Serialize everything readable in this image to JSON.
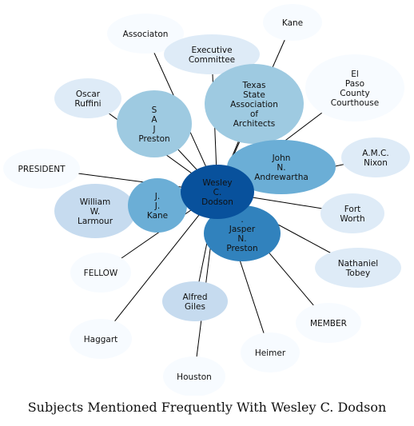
{
  "caption": "Subjects Mentioned Frequently With Wesley C. Dodson",
  "colors": {
    "center": "#08519c",
    "dark": "#3182bd",
    "mid": "#6baed6",
    "light": "#9ecae1",
    "pale": "#c6dbef",
    "faint": "#deebf7",
    "faintest": "#f7fbff",
    "edge": "#000000"
  },
  "center": {
    "id": "dodson",
    "lines": [
      "Wesley",
      "C.",
      "Dodson"
    ],
    "tone": "center"
  },
  "nodes": [
    {
      "id": "associaton",
      "lines": [
        "Associaton"
      ],
      "tone": "faintest"
    },
    {
      "id": "kane-top",
      "lines": [
        "Kane"
      ],
      "tone": "faintest"
    },
    {
      "id": "executive-committee",
      "lines": [
        "Executive",
        "Committee"
      ],
      "tone": "faint"
    },
    {
      "id": "el-paso",
      "lines": [
        "El",
        "Paso",
        "County",
        "Courthouse"
      ],
      "tone": "faintest"
    },
    {
      "id": "oscar-ruffini",
      "lines": [
        "Oscar",
        "Ruffini"
      ],
      "tone": "faint"
    },
    {
      "id": "texas-state",
      "lines": [
        "Texas",
        "State",
        "Association",
        "of",
        "Architects"
      ],
      "tone": "light"
    },
    {
      "id": "saj-preston",
      "lines": [
        "S",
        "A",
        "J",
        "Preston"
      ],
      "tone": "light"
    },
    {
      "id": "amc-nixon",
      "lines": [
        "A.M.C.",
        "Nixon"
      ],
      "tone": "faint"
    },
    {
      "id": "president",
      "lines": [
        "PRESIDENT"
      ],
      "tone": "faintest"
    },
    {
      "id": "john-andrewartha",
      "lines": [
        "John",
        "N.",
        "Andrewartha"
      ],
      "tone": "mid"
    },
    {
      "id": "william-larmour",
      "lines": [
        "William",
        "W.",
        "Larmour"
      ],
      "tone": "pale"
    },
    {
      "id": "jj-kane",
      "lines": [
        "J.",
        "J.",
        "Kane"
      ],
      "tone": "mid"
    },
    {
      "id": "fort-worth",
      "lines": [
        "Fort",
        "Worth"
      ],
      "tone": "faint"
    },
    {
      "id": "jasper-preston",
      "lines": [
        ".",
        "Jasper",
        "N.",
        "Preston"
      ],
      "tone": "dark"
    },
    {
      "id": "nathaniel-tobey",
      "lines": [
        "Nathaniel",
        "Tobey"
      ],
      "tone": "faint"
    },
    {
      "id": "fellow",
      "lines": [
        "FELLOW"
      ],
      "tone": "faintest"
    },
    {
      "id": "alfred-giles",
      "lines": [
        "Alfred",
        "Giles"
      ],
      "tone": "pale"
    },
    {
      "id": "member",
      "lines": [
        "MEMBER"
      ],
      "tone": "faintest"
    },
    {
      "id": "haggart",
      "lines": [
        "Haggart"
      ],
      "tone": "faintest"
    },
    {
      "id": "heimer",
      "lines": [
        "Heimer"
      ],
      "tone": "faintest"
    },
    {
      "id": "houston",
      "lines": [
        "Houston"
      ],
      "tone": "faintest"
    }
  ],
  "edges": [
    [
      "dodson",
      "associaton"
    ],
    [
      "dodson",
      "kane-top"
    ],
    [
      "dodson",
      "executive-committee"
    ],
    [
      "dodson",
      "el-paso"
    ],
    [
      "dodson",
      "oscar-ruffini"
    ],
    [
      "dodson",
      "texas-state"
    ],
    [
      "dodson",
      "saj-preston"
    ],
    [
      "dodson",
      "amc-nixon"
    ],
    [
      "dodson",
      "president"
    ],
    [
      "dodson",
      "john-andrewartha"
    ],
    [
      "dodson",
      "william-larmour"
    ],
    [
      "dodson",
      "jj-kane"
    ],
    [
      "dodson",
      "fort-worth"
    ],
    [
      "dodson",
      "jasper-preston"
    ],
    [
      "dodson",
      "nathaniel-tobey"
    ],
    [
      "dodson",
      "fellow"
    ],
    [
      "dodson",
      "alfred-giles"
    ],
    [
      "dodson",
      "member"
    ],
    [
      "dodson",
      "haggart"
    ],
    [
      "dodson",
      "heimer"
    ],
    [
      "dodson",
      "houston"
    ]
  ]
}
